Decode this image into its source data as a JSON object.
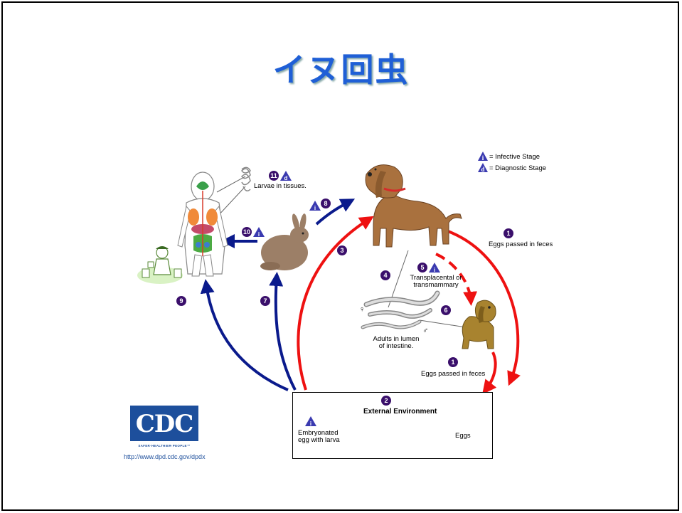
{
  "title": "イヌ回虫",
  "legend": {
    "infective_icon": "i",
    "infective_text": "= Infective Stage",
    "diagnostic_icon": "d",
    "diagnostic_text": "= Diagnostic Stage"
  },
  "steps": {
    "s1": "1",
    "s2": "2",
    "s3": "3",
    "s4": "4",
    "s5": "5",
    "s6": "6",
    "s7": "7",
    "s8": "8",
    "s9": "9",
    "s10": "10",
    "s11": "11"
  },
  "labels": {
    "larvae_tissues": "Larvae in tissues.",
    "eggs_feces_top": "Eggs passed in feces",
    "eggs_feces_bottom": "Eggs passed in feces",
    "transplacental_1": "Transplacental or",
    "transplacental_2": "transmammary",
    "adults_1": "Adults in lumen",
    "adults_2": "of intestine.",
    "female": "♀",
    "male": "♂",
    "external_env": "External Environment",
    "embryonated_1": "Embryonated",
    "embryonated_2": "egg with larva",
    "eggs": "Eggs"
  },
  "logo": {
    "text": "CDC",
    "tagline": "SAFER·HEALTHIER·PEOPLE™",
    "url": "http://www.dpd.cdc.gov/dpdx"
  },
  "colors": {
    "title": "#1f5fd6",
    "blue_arrow": "#0a1a8c",
    "red_arrow": "#ee1111",
    "step_circle": "#3a0f6b",
    "cdc_blue": "#1d4f9c"
  }
}
